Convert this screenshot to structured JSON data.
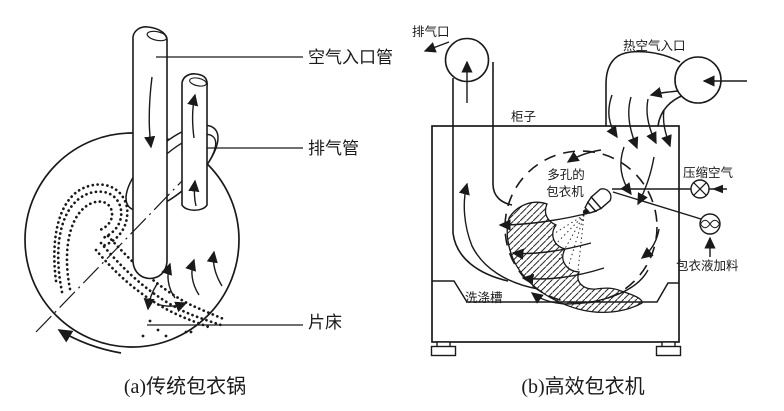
{
  "page": {
    "background": "#ffffff",
    "ink": "#1a1a1a"
  },
  "panel_a": {
    "caption": "(a)传统包衣锅",
    "labels": {
      "air_inlet_pipe": "空气入口管",
      "exhaust_pipe": "排气管",
      "tablet_bed": "片床"
    }
  },
  "panel_b": {
    "caption": "(b)高效包衣机",
    "labels": {
      "exhaust_port": "排气口",
      "hot_air_inlet": "热空气入口",
      "cabinet": "柜子",
      "porous_coater_line1": "多孔的",
      "porous_coater_line2": "包衣机",
      "compressed_air": "压缩空气",
      "coating_liquid_feed": "包衣液加料",
      "washing_tank": "洗涤槽"
    }
  }
}
